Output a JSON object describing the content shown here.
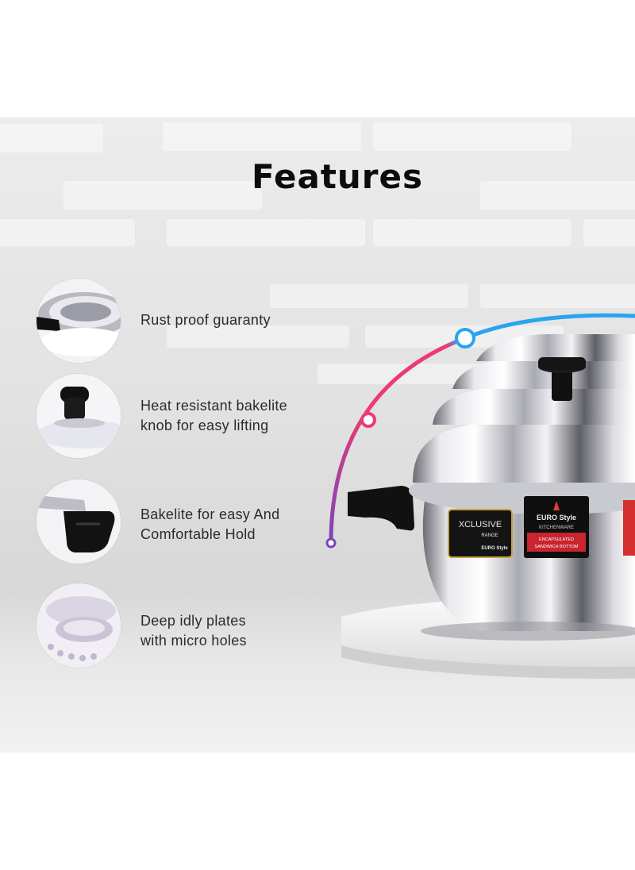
{
  "title": "Features",
  "features": [
    {
      "icon": "steamer-lid-icon",
      "lines": [
        "Rust proof guaranty"
      ]
    },
    {
      "icon": "bakelite-knob-icon",
      "lines": [
        "Heat resistant bakelite",
        "knob for easy lifting"
      ]
    },
    {
      "icon": "bakelite-handle-icon",
      "lines": [
        "Bakelite for easy And",
        "Comfortable Hold"
      ]
    },
    {
      "icon": "idly-plate-icon",
      "lines": [
        "Deep idly plates",
        "with micro holes"
      ]
    }
  ],
  "product": {
    "label_left": {
      "line1": "XCLUSIVE",
      "line2": "RANGE",
      "line3": "EURO Style"
    },
    "label_right": {
      "line1": "EURO Style",
      "line2": "KITCHENWARE",
      "line3": "ENCAPSULATED",
      "line4": "SANDWICH BOTTOM"
    }
  },
  "colors": {
    "arc_blue": "#2aa3f0",
    "arc_pink": "#ee3a74",
    "arc_purple": "#7a45b8",
    "title": "#0c0c0c",
    "text": "#2b2b2b"
  }
}
